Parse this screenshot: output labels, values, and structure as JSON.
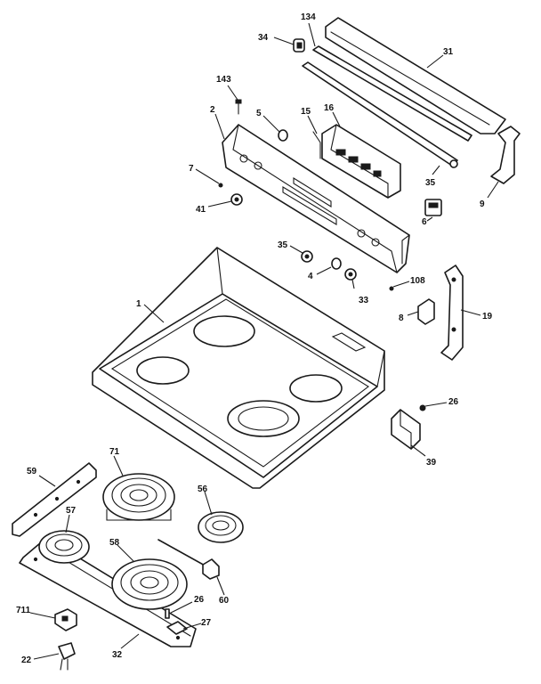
{
  "callouts": {
    "c134": "134",
    "c34": "34",
    "c31": "31",
    "c143": "143",
    "c2": "2",
    "c5": "5",
    "c15": "15",
    "c16": "16",
    "c7": "7",
    "c41": "41",
    "c35a": "35",
    "c9": "9",
    "c6": "6",
    "c35b": "35",
    "c4": "4",
    "c33": "33",
    "c108": "108",
    "c1": "1",
    "c8": "8",
    "c19": "19",
    "c26a": "26",
    "c39": "39",
    "c59": "59",
    "c71": "71",
    "c56": "56",
    "c57": "57",
    "c58": "58",
    "c60": "60",
    "c26b": "26",
    "c27": "27",
    "c711": "711",
    "c22": "22",
    "c32": "32"
  }
}
